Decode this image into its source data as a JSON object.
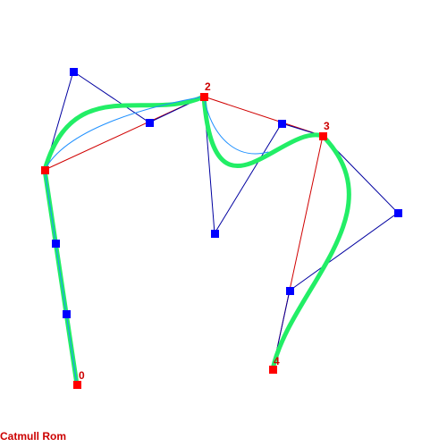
{
  "caption": "Catmull Rom",
  "colors": {
    "background": "#ffffff",
    "interpolation_point": "#ff0000",
    "control_point": "#0000ff",
    "control_polygon": "#0000a0",
    "chord": "#d00000",
    "curve_outer": "#22ee66",
    "curve_inner": "#1e90ff",
    "label": "#cc0000"
  },
  "points": [
    {
      "id": "p0",
      "label": "0"
    },
    {
      "id": "p1",
      "label": ""
    },
    {
      "id": "p2",
      "label": "2"
    },
    {
      "id": "p3",
      "label": "3"
    },
    {
      "id": "p4",
      "label": "4"
    }
  ]
}
